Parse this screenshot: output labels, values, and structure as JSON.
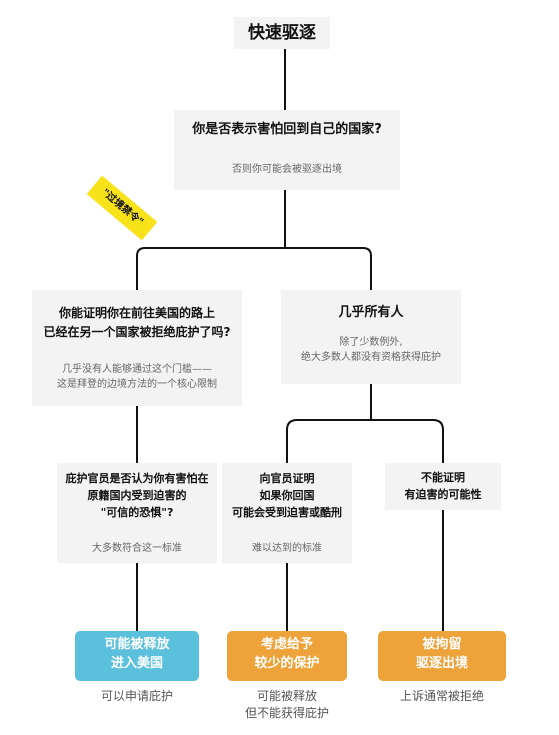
{
  "title": "快速驱逐",
  "q1": {
    "question": "你是否表示害怕回到自己的国家?",
    "note": "否则你可能会被驱逐出境"
  },
  "tag": "\"过境禁令\"",
  "left_q": {
    "line1": "你能证明你在前往美国的路上",
    "line2": "已经在另一个国家被拒绝庇护了吗?",
    "note1": "几乎没有人能够通过这个门槛——",
    "note2": "这是拜登的边境方法的一个核心限制"
  },
  "right_q": {
    "label": "几乎所有人",
    "note1": "除了少数例外,",
    "note2": "绝大多数人都没有资格获得庇护"
  },
  "credible": {
    "line1": "庇护官员是否认为你有害怕在",
    "line2": "原籍国内受到迫害的",
    "line3": "\"可信的恐惧\"?",
    "note": "大多数符合这一标准"
  },
  "prove": {
    "line1": "向官员证明",
    "line2": "如果你回国",
    "line3": "可能会受到迫害或酷刑",
    "note": "难以达到的标准"
  },
  "cannot": {
    "line1": "不能证明",
    "line2": "有迫害的可能性"
  },
  "results": [
    {
      "line1": "可能被释放",
      "line2": "进入美国",
      "note1": "可以申请庇护",
      "note2": ""
    },
    {
      "line1": "考虑给予",
      "line2": "较少的保护",
      "note1": "可能被释放",
      "note2": "但不能获得庇护"
    },
    {
      "line1": "被拘留",
      "line2": "驱逐出境",
      "note1": "上诉通常被拒绝",
      "note2": ""
    }
  ],
  "colors": {
    "blue": "#5bc0dc",
    "orange": "#eea23a",
    "yellow": "#f8e21a",
    "box": "#f3f3f3"
  }
}
